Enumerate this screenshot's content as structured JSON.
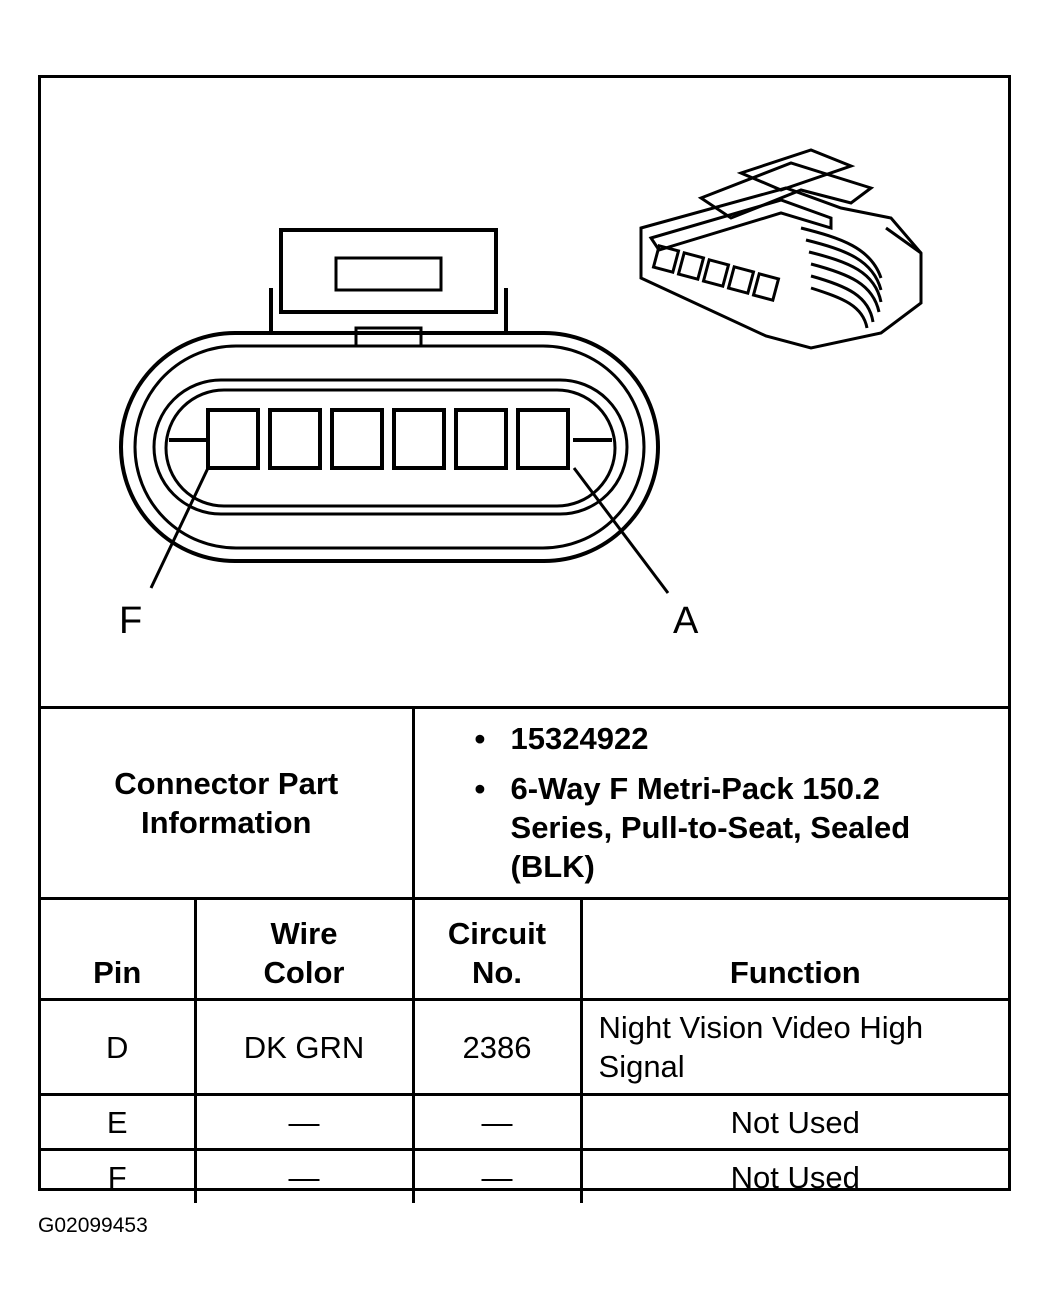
{
  "diagram": {
    "pin_labels": {
      "left": "F",
      "right": "A"
    },
    "cavity_count": 6
  },
  "connector_info": {
    "label_line1": "Connector Part",
    "label_line2": "Information",
    "items": [
      "15324922",
      "6-Way F Metri-Pack 150.2 Series, Pull-to-Seat, Sealed (BLK)"
    ]
  },
  "table": {
    "headers": {
      "pin": "Pin",
      "wire_color_line1": "Wire",
      "wire_color_line2": "Color",
      "circuit_line1": "Circuit",
      "circuit_line2": "No.",
      "function": "Function"
    },
    "rows": [
      {
        "pin": "D",
        "wire_color": "DK GRN",
        "circuit": "2386",
        "function": "Night Vision Video High Signal"
      },
      {
        "pin": "E",
        "wire_color": "—",
        "circuit": "—",
        "function": "Not Used"
      },
      {
        "pin": "F",
        "wire_color": "—",
        "circuit": "—",
        "function": "Not Used"
      }
    ]
  },
  "figure_code": "G02099453"
}
